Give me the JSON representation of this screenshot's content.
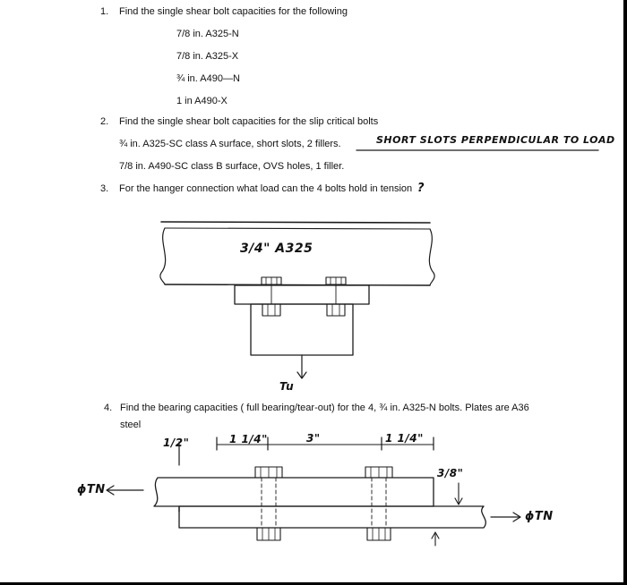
{
  "q1": {
    "number": "1.",
    "prompt": "Find the single shear bolt capacities for the following",
    "items": [
      "7/8 in. A325-N",
      "7/8 in. A325-X",
      "¾ in. A490—N",
      "1 in A490-X"
    ]
  },
  "q2": {
    "number": "2.",
    "prompt": "Find the single shear bolt capacities for the slip critical bolts",
    "lines": [
      "¾ in. A325-SC class A surface, short slots, 2 fillers.",
      "7/8 in. A490-SC class B surface, OVS holes, 1 filler."
    ],
    "handwritten_note": "SHORT SLOTS PERPENDICULAR TO LOAD"
  },
  "q3": {
    "number": "3.",
    "prompt": "For the hanger connection what load can the 4 bolts hold in tension",
    "handwritten_qmark": "?",
    "bolt_label": "3/4\" A325",
    "load_label": "Tu"
  },
  "q4": {
    "number": "4.",
    "prompt_line1": "Find the bearing capacities ( full bearing/tear-out) for the 4, ¾ in. A325-N bolts. Plates are A36",
    "prompt_line2": "steel",
    "dims": [
      "1/2\"",
      "1 1/4\"",
      "3\"",
      "1 1/4\"",
      "3/8\""
    ],
    "load_left": "ϕTN",
    "load_right": "ϕTN"
  }
}
